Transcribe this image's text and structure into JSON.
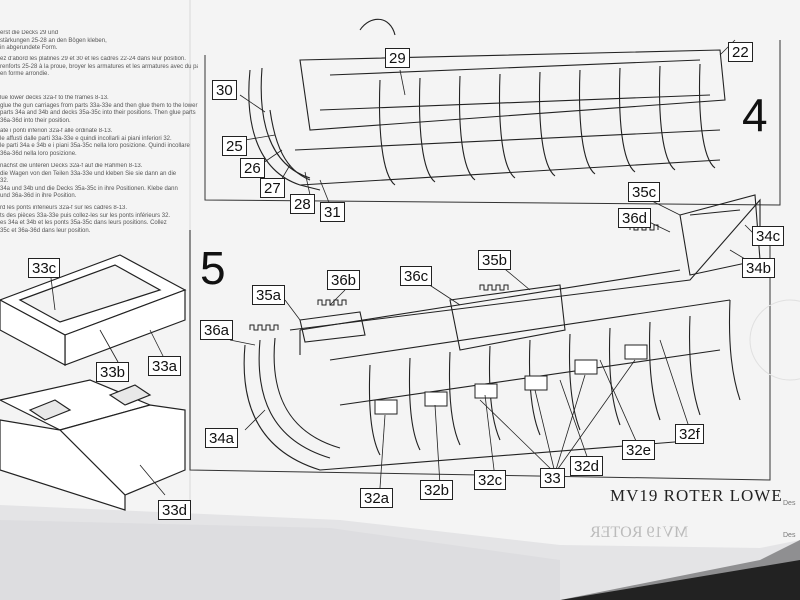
{
  "step4": {
    "number": "4",
    "labels": [
      "30",
      "29",
      "22",
      "25",
      "26",
      "27",
      "28",
      "31"
    ]
  },
  "step5": {
    "number": "5",
    "labels": [
      "33c",
      "35c",
      "36d",
      "34c",
      "34b",
      "35b",
      "36c",
      "36b",
      "35a",
      "36a",
      "33b",
      "33a",
      "34a",
      "32a",
      "32b",
      "32c",
      "33",
      "32d",
      "32e",
      "32f",
      "33d"
    ]
  },
  "instructions": {
    "de_top": [
      "erst die Decks 29 und",
      "stärkungen 25-28 an den Bögen kleben,",
      "in abgerundete Form."
    ],
    "fr_top": [
      "ez d'abord les platines 29 et 30 et les cadres 22-24 dans leur position.",
      "renforts 25-28 à la proue, broyer les armatures et les armatures avec du papier abrasif",
      "en forme arrondie."
    ],
    "en": [
      "lue lower decks 32a-f to the frames 8-13.",
      "glue the gun carriages from parts 33a-33e and then glue them to the lower",
      "parts 34a and 34b and decks 35a-35c into their positions. Then glue parts",
      "36a-36d into their position."
    ],
    "it": [
      "ate i ponti inferiori 32a-f alle ordinate 8-13.",
      "le affusti dalle parti 33a-33e e quindi incollarli ai piani inferiori 32.",
      "le parti 34a e 34b e i piani 35a-35c nella loro posizione. Quindi incollare",
      "36a-36d nella loro posizione."
    ],
    "de": [
      "nächst die unteren Decks 32a-f auf die Rahmen 8-13.",
      "die Wagen von den Teilen 33a-33e und kleben Sie sie dann an die",
      "32.",
      "34a und 34b und die Decks 35a-35c in ihre Positionen. Klebe dann",
      "und 36a-36d in ihre Position."
    ],
    "fr": [
      "rd les ponts inférieurs 32a-f sur les cadres 8-13.",
      "ts des pièces 33a-33e puis collez-les sur les ponts inférieurs 32.",
      "es 34a et 34b et les ponts 35a-35c dans leurs positions. Collez",
      "35c et 36a-36d dans leur position."
    ]
  },
  "caption": "MV19 ROTER LOWE",
  "mirror_caption": "MV19 ROTER",
  "footer_small": [
    "Des",
    "Des"
  ]
}
